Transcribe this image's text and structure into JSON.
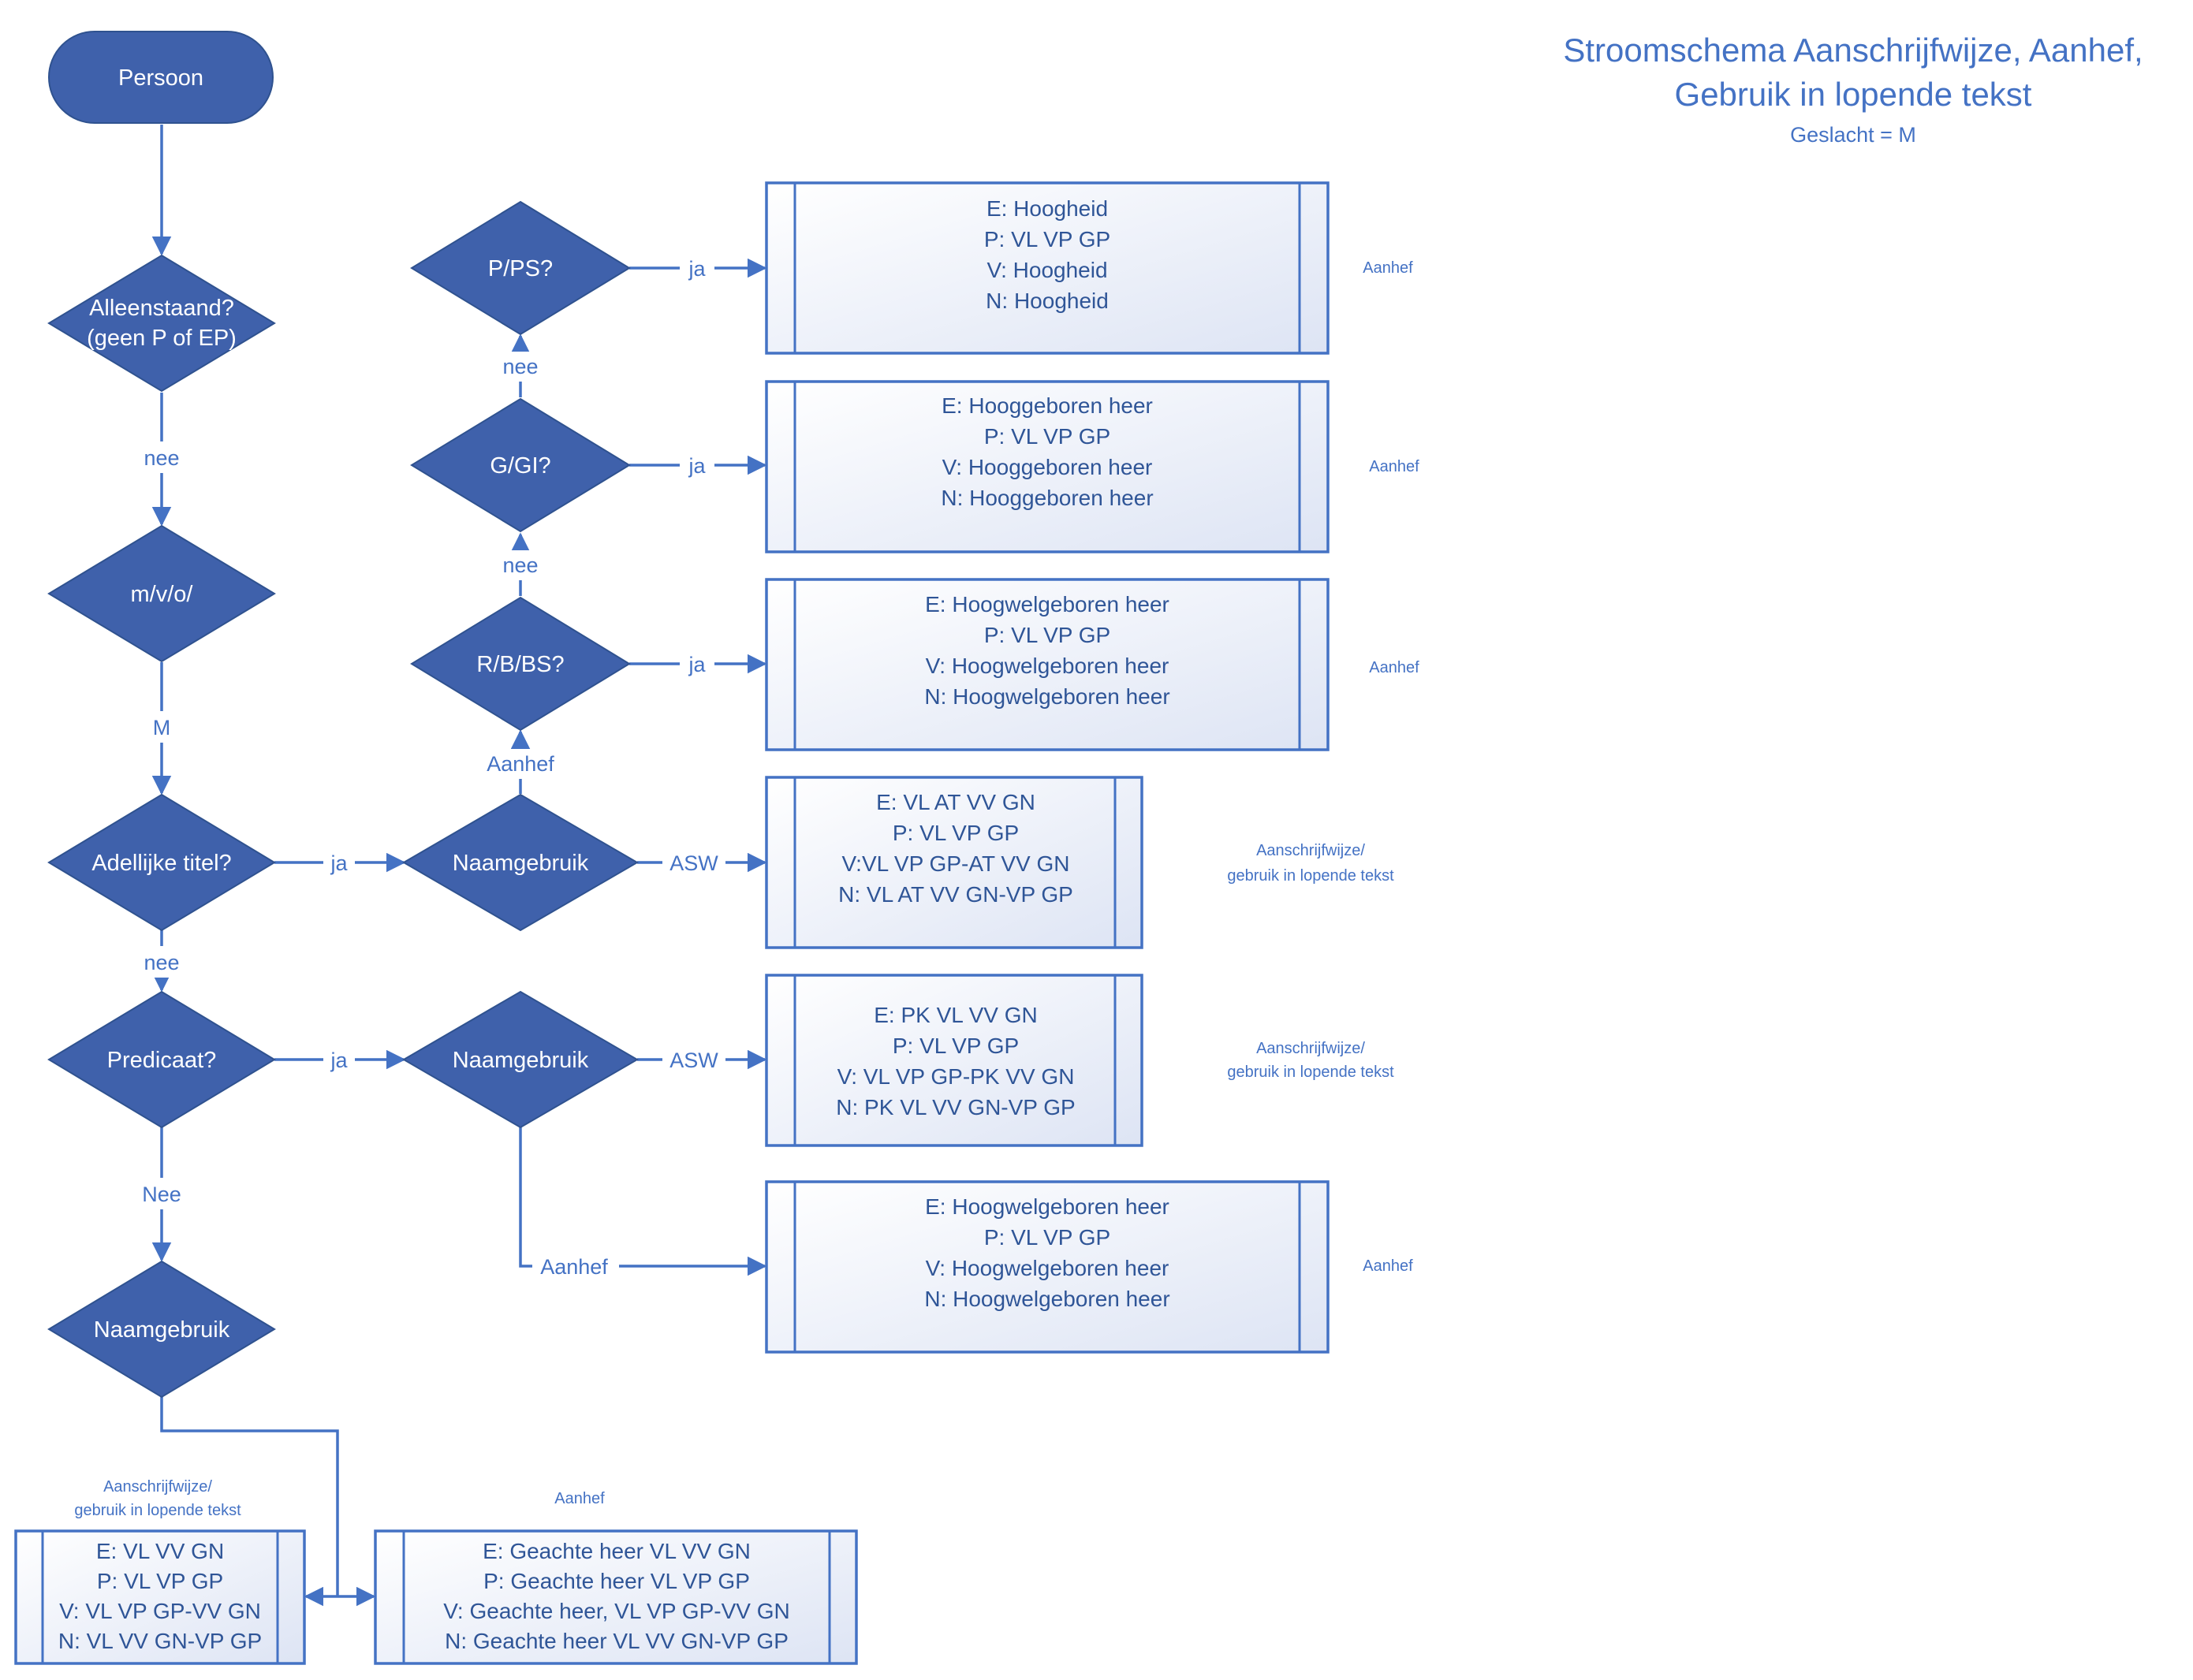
{
  "title": {
    "lines": [
      "Stroomschema Aanschrijfwijze, Aanhef,",
      "Gebruik in lopende tekst"
    ],
    "subtitle": "Geslacht = M"
  },
  "nodes": {
    "start": "Persoon",
    "alleenstaand": [
      "Alleenstaand?",
      "(geen P of EP)"
    ],
    "mvo": "m/v/o/",
    "adellijke": "Adellijke titel?",
    "predicaat": "Predicaat?",
    "naamgebruik_bottom": "Naamgebruik",
    "naamgebruik_titel": "Naamgebruik",
    "naamgebruik_predicaat": "Naamgebruik",
    "rb": "R/B/BS?",
    "ggi": "G/GI?",
    "pps": "P/PS?"
  },
  "edge_labels": {
    "alleenstaand_nee": "nee",
    "mvo_m": "M",
    "adellijke_nee": "nee",
    "predicaat_nee": "Nee",
    "adellijke_ja": "ja",
    "predicaat_ja": "ja",
    "titel_aanhef": "Aanhef",
    "titel_asw": "ASW",
    "predicaat_asw": "ASW",
    "predicaat_aanhef": "Aanhef",
    "rb_ja": "ja",
    "rb_nee": "nee",
    "ggi_ja": "ja",
    "ggi_nee": "nee",
    "pps_ja": "ja"
  },
  "boxes": {
    "pps": [
      "E: Hoogheid",
      "P:  VL VP GP",
      "V: Hoogheid",
      "N: Hoogheid"
    ],
    "ggi": [
      "E: Hooggeboren heer",
      "P:  VL VP GP",
      "V: Hooggeboren heer",
      "N: Hooggeboren heer"
    ],
    "rb": [
      "E: Hoogwelgeboren heer",
      "P:  VL VP GP",
      "V: Hoogwelgeboren heer",
      "N: Hoogwelgeboren heer"
    ],
    "titel_asw": [
      "E: VL AT VV GN",
      "P:  VL VP GP",
      "V:VL VP GP-AT VV GN",
      "N: VL AT VV GN-VP GP"
    ],
    "predicaat_asw": [
      "E: PK VL VV GN",
      "P: VL VP GP",
      "V: VL VP GP-PK VV GN",
      "N: PK VL VV GN-VP GP"
    ],
    "predicaat_aanhef": [
      "E: Hoogwelgeboren heer",
      "P:  VL VP GP",
      "V: Hoogwelgeboren heer",
      "N: Hoogwelgeboren heer"
    ],
    "bottom_asw": [
      "E:  VL VV GN",
      "P: VL VP GP",
      "V: VL VP GP-VV GN",
      "N:  VL VV GN-VP GP"
    ],
    "bottom_aanhef": [
      "E: Geachte heer VL VV GN",
      "P: Geachte heer VL VP GP",
      "V: Geachte heer, VL VP GP-VV GN",
      "N: Geachte heer VL VV GN-VP GP"
    ]
  },
  "notes": {
    "pps": "Aanhef",
    "ggi": "Aanhef",
    "rb": "Aanhef",
    "titel_asw": [
      "Aanschrijfwijze/",
      "gebruik in lopende tekst"
    ],
    "predicaat_asw": [
      "Aanschrijfwijze/",
      "gebruik in lopende tekst"
    ],
    "predicaat_aanhef": "Aanhef",
    "bottom_asw": [
      "Aanschrijfwijze/",
      "gebruik in lopende tekst"
    ],
    "bottom_aanhef": "Aanhef"
  },
  "colors": {
    "shape_fill": "#3f61ab",
    "line": "#4472c4",
    "box_text": "#2f5597"
  }
}
